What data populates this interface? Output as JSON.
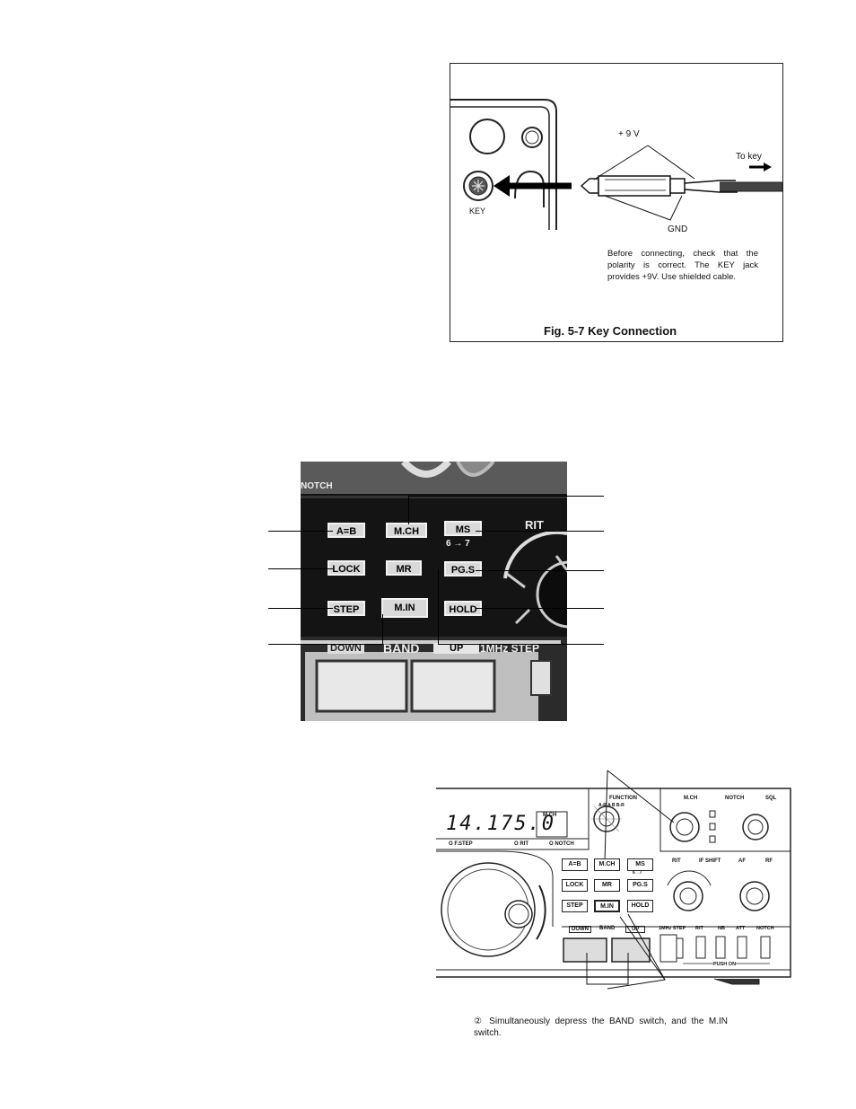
{
  "fig57": {
    "plus9v": "+ 9 V",
    "to_key": "To key",
    "gnd": "GND",
    "key": "KEY",
    "note": "Before connecting, check that the polarity is correct. The KEY jack provides +9V. Use shielded cable.",
    "caption": "Fig. 5-7 Key Connection"
  },
  "photo": {
    "notch": "NOTCH",
    "rit": "RIT",
    "arrow67": "6 → 7",
    "buttons": {
      "ab": "A=B",
      "mch": "M.CH",
      "ms": "MS",
      "lock": "LOCK",
      "mr": "MR",
      "pgs": "PG.S",
      "step": "STEP",
      "min": "M.IN",
      "hold": "HOLD"
    },
    "down": "DOWN",
    "band": "BAND",
    "up": "UP",
    "mhz_step": "1MHz STEP"
  },
  "radio": {
    "frequency": "14.175.0",
    "mch": "M.CH",
    "fstep": "O F.STEP",
    "rit_ind": "O RIT",
    "notch_ind": "O NOTCH",
    "function": "FUNCTION",
    "function_sub": "A-R  A  B  B-R",
    "mch_knob": "M.CH",
    "notch_sql": "NOTCH",
    "sql": "SQL",
    "rit": "RIT",
    "if_shift": "IF SHIFT",
    "af": "AF",
    "rf": "RF",
    "buttons": {
      "ab": "A=B",
      "mch": "M.CH",
      "ms": "MS",
      "lock": "LOCK",
      "mr": "MR",
      "pgs": "PG.S",
      "step": "STEP",
      "min": "M.IN",
      "hold": "HOLD"
    },
    "arrow67": "6→7",
    "down": "DOWN",
    "band": "BAND",
    "up": "UP",
    "switches": [
      "1MHz STEP",
      "RIT",
      "NB",
      "ATT",
      "NOTCH"
    ],
    "push_on": "PUSH  ON"
  },
  "instruction": "② Simultaneously depress the BAND switch, and the M.IN switch."
}
